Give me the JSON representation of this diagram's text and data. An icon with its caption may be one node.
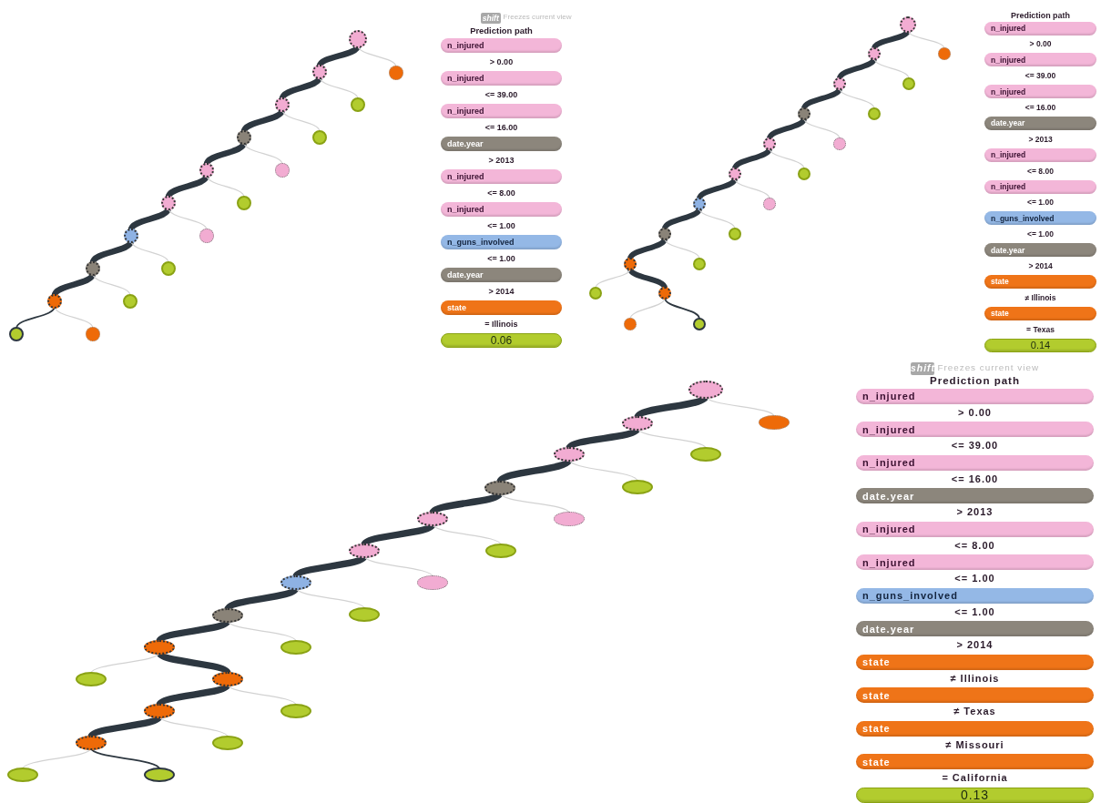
{
  "diagram": {
    "nodes": [
      {
        "text": [],
        "shape": "circle"
      },
      {
        "text": [],
        "shape": "circle"
      },
      {
        "text": [],
        "shape": "circle"
      },
      {
        "text": [],
        "shape": "circle"
      },
      {
        "text": [],
        "shape": "circle"
      },
      {
        "text": [],
        "shape": "circle"
      },
      {
        "text": [],
        "shape": "circle"
      },
      {
        "text": [],
        "shape": "circle"
      },
      {
        "text": [],
        "shape": "circle"
      },
      {
        "text": [],
        "shape": "circle"
      },
      {
        "text": [],
        "shape": "circle"
      },
      {
        "text": [],
        "shape": "circle"
      },
      {
        "text": [],
        "shape": "circle"
      },
      {
        "text": [],
        "shape": "circle"
      },
      {
        "text": [],
        "shape": "circle"
      },
      {
        "text": [],
        "shape": "circle"
      },
      {
        "text": [],
        "shape": "circle"
      },
      {
        "text": [],
        "shape": "circle"
      },
      {
        "text": [],
        "shape": "circle"
      },
      {
        "text": [
          "n_injured"
        ]
      },
      {
        "text": [
          "n_injured"
        ]
      },
      {
        "text": [
          "n_injured"
        ]
      },
      {
        "text": [
          "date.year"
        ]
      },
      {
        "text": [
          "n_injured"
        ]
      },
      {
        "text": [
          "n_injured"
        ]
      },
      {
        "text": [
          "n_guns_involved"
        ]
      },
      {
        "text": [
          "date.year"
        ]
      },
      {
        "text": [
          "state"
        ]
      },
      {
        "text": [
          "0.06"
        ]
      },
      {
        "text": [],
        "shape": "circle"
      },
      {
        "text": [],
        "shape": "circle"
      },
      {
        "text": [],
        "shape": "circle"
      },
      {
        "text": [],
        "shape": "circle"
      },
      {
        "text": [],
        "shape": "circle"
      },
      {
        "text": [],
        "shape": "circle"
      },
      {
        "text": [],
        "shape": "circle"
      },
      {
        "text": [],
        "shape": "circle"
      },
      {
        "text": [],
        "shape": "circle"
      },
      {
        "text": [],
        "shape": "circle"
      },
      {
        "text": [],
        "shape": "circle"
      },
      {
        "text": [],
        "shape": "circle"
      },
      {
        "text": [],
        "shape": "circle"
      },
      {
        "text": [],
        "shape": "circle"
      },
      {
        "text": [],
        "shape": "circle"
      },
      {
        "text": [],
        "shape": "circle"
      },
      {
        "text": [],
        "shape": "circle"
      },
      {
        "text": [],
        "shape": "circle"
      },
      {
        "text": [],
        "shape": "circle"
      },
      {
        "text": [],
        "shape": "circle"
      },
      {
        "text": [],
        "shape": "circle"
      },
      {
        "text": [
          "n_injured"
        ]
      },
      {
        "text": [
          "n_injured"
        ]
      },
      {
        "text": [
          "n_injured"
        ]
      },
      {
        "text": [
          "date.year"
        ]
      },
      {
        "text": [
          "n_injured"
        ]
      },
      {
        "text": [
          "n_injured"
        ]
      },
      {
        "text": [
          "n_guns_involved"
        ]
      },
      {
        "text": [
          "date.year"
        ]
      },
      {
        "text": [
          "state"
        ]
      },
      {
        "text": [
          "state"
        ]
      },
      {
        "text": [
          "0.14"
        ]
      },
      {
        "text": [],
        "shape": "circle"
      },
      {
        "text": [],
        "shape": "circle"
      },
      {
        "text": [],
        "shape": "circle"
      },
      {
        "text": [],
        "shape": "circle"
      },
      {
        "text": [],
        "shape": "circle"
      },
      {
        "text": [],
        "shape": "circle"
      },
      {
        "text": [],
        "shape": "circle"
      },
      {
        "text": [],
        "shape": "circle"
      },
      {
        "text": [],
        "shape": "circle"
      },
      {
        "text": [],
        "shape": "circle"
      },
      {
        "text": [],
        "shape": "circle"
      },
      {
        "text": [],
        "shape": "circle"
      },
      {
        "text": [],
        "shape": "circle"
      },
      {
        "text": [],
        "shape": "circle"
      },
      {
        "text": [],
        "shape": "circle"
      },
      {
        "text": [],
        "shape": "circle"
      },
      {
        "text": [],
        "shape": "circle"
      },
      {
        "text": [],
        "shape": "circle"
      },
      {
        "text": [],
        "shape": "circle"
      },
      {
        "text": [],
        "shape": "circle"
      },
      {
        "text": [],
        "shape": "circle"
      },
      {
        "text": [],
        "shape": "circle"
      },
      {
        "text": [],
        "shape": "circle"
      },
      {
        "text": [],
        "shape": "circle"
      },
      {
        "text": [],
        "shape": "circle"
      },
      {
        "text": [
          "n_injured"
        ]
      },
      {
        "text": [
          "n_injured"
        ]
      },
      {
        "text": [
          "n_injured"
        ]
      },
      {
        "text": [
          "date.year"
        ]
      },
      {
        "text": [
          "n_injured"
        ]
      },
      {
        "text": [
          "n_injured"
        ]
      },
      {
        "text": [
          "n_guns_involved"
        ]
      },
      {
        "text": [
          "date.year"
        ]
      },
      {
        "text": [
          "state"
        ]
      },
      {
        "text": [
          "state"
        ]
      },
      {
        "text": [
          "state"
        ]
      },
      {
        "text": [
          "state"
        ]
      },
      {
        "text": [
          "0.13"
        ]
      }
    ],
    "edges": [
      {
        "from": 0,
        "to": 2,
        "arrow": "none",
        "style": "thick",
        "color": "#2d3740"
      },
      {
        "from": 0,
        "to": 1,
        "arrow": "none",
        "color": "#d2d2d2"
      },
      {
        "from": 2,
        "to": 4,
        "arrow": "none",
        "style": "thick",
        "color": "#2d3740"
      },
      {
        "from": 2,
        "to": 3,
        "arrow": "none",
        "color": "#d2d2d2"
      },
      {
        "from": 4,
        "to": 6,
        "arrow": "none",
        "style": "thick",
        "color": "#2d3740"
      },
      {
        "from": 4,
        "to": 5,
        "arrow": "none",
        "color": "#d2d2d2"
      },
      {
        "from": 6,
        "to": 8,
        "arrow": "none",
        "style": "thick",
        "color": "#2d3740"
      },
      {
        "from": 6,
        "to": 7,
        "arrow": "none",
        "color": "#d2d2d2"
      },
      {
        "from": 8,
        "to": 10,
        "arrow": "none",
        "style": "thick",
        "color": "#2d3740"
      },
      {
        "from": 8,
        "to": 9,
        "arrow": "none",
        "color": "#d2d2d2"
      },
      {
        "from": 10,
        "to": 12,
        "arrow": "none",
        "style": "thick",
        "color": "#2d3740"
      },
      {
        "from": 10,
        "to": 11,
        "arrow": "none",
        "color": "#d2d2d2"
      },
      {
        "from": 12,
        "to": 14,
        "arrow": "none",
        "style": "thick",
        "color": "#2d3740"
      },
      {
        "from": 12,
        "to": 13,
        "arrow": "none",
        "color": "#d2d2d2"
      },
      {
        "from": 14,
        "to": 16,
        "arrow": "none",
        "style": "thick",
        "color": "#2d3740"
      },
      {
        "from": 14,
        "to": 15,
        "arrow": "none",
        "color": "#d2d2d2"
      },
      {
        "from": 16,
        "to": 17,
        "arrow": "none",
        "color": "#2d3740"
      },
      {
        "from": 16,
        "to": 18,
        "arrow": "none",
        "color": "#d2d2d2"
      },
      {
        "from": 29,
        "to": 31,
        "arrow": "none",
        "style": "thick",
        "color": "#2d3740"
      },
      {
        "from": 29,
        "to": 30,
        "arrow": "none",
        "color": "#d2d2d2"
      },
      {
        "from": 31,
        "to": 33,
        "arrow": "none",
        "style": "thick",
        "color": "#2d3740"
      },
      {
        "from": 31,
        "to": 32,
        "arrow": "none",
        "color": "#d2d2d2"
      },
      {
        "from": 33,
        "to": 35,
        "arrow": "none",
        "style": "thick",
        "color": "#2d3740"
      },
      {
        "from": 33,
        "to": 34,
        "arrow": "none",
        "color": "#d2d2d2"
      },
      {
        "from": 35,
        "to": 37,
        "arrow": "none",
        "style": "thick",
        "color": "#2d3740"
      },
      {
        "from": 35,
        "to": 36,
        "arrow": "none",
        "color": "#d2d2d2"
      },
      {
        "from": 37,
        "to": 39,
        "arrow": "none",
        "style": "thick",
        "color": "#2d3740"
      },
      {
        "from": 37,
        "to": 38,
        "arrow": "none",
        "color": "#d2d2d2"
      },
      {
        "from": 39,
        "to": 41,
        "arrow": "none",
        "style": "thick",
        "color": "#2d3740"
      },
      {
        "from": 39,
        "to": 40,
        "arrow": "none",
        "color": "#d2d2d2"
      },
      {
        "from": 41,
        "to": 43,
        "arrow": "none",
        "style": "thick",
        "color": "#2d3740"
      },
      {
        "from": 41,
        "to": 42,
        "arrow": "none",
        "color": "#d2d2d2"
      },
      {
        "from": 43,
        "to": 45,
        "arrow": "none",
        "style": "thick",
        "color": "#2d3740"
      },
      {
        "from": 43,
        "to": 44,
        "arrow": "none",
        "color": "#d2d2d2"
      },
      {
        "from": 45,
        "to": 47,
        "arrow": "none",
        "style": "thick",
        "color": "#2d3740"
      },
      {
        "from": 45,
        "to": 46,
        "arrow": "none",
        "color": "#d2d2d2"
      },
      {
        "from": 47,
        "to": 49,
        "arrow": "none",
        "color": "#2d3740"
      },
      {
        "from": 47,
        "to": 48,
        "arrow": "none",
        "color": "#d2d2d2"
      },
      {
        "from": 61,
        "to": 63,
        "arrow": "none",
        "style": "thick",
        "color": "#2d3740"
      },
      {
        "from": 61,
        "to": 62,
        "arrow": "none",
        "color": "#d2d2d2"
      },
      {
        "from": 63,
        "to": 65,
        "arrow": "none",
        "style": "thick",
        "color": "#2d3740"
      },
      {
        "from": 63,
        "to": 64,
        "arrow": "none",
        "color": "#d2d2d2"
      },
      {
        "from": 65,
        "to": 67,
        "arrow": "none",
        "style": "thick",
        "color": "#2d3740"
      },
      {
        "from": 65,
        "to": 66,
        "arrow": "none",
        "color": "#d2d2d2"
      },
      {
        "from": 67,
        "to": 69,
        "arrow": "none",
        "style": "thick",
        "color": "#2d3740"
      },
      {
        "from": 67,
        "to": 68,
        "arrow": "none",
        "color": "#d2d2d2"
      },
      {
        "from": 69,
        "to": 71,
        "arrow": "none",
        "style": "thick",
        "color": "#2d3740"
      },
      {
        "from": 69,
        "to": 70,
        "arrow": "none",
        "color": "#d2d2d2"
      },
      {
        "from": 71,
        "to": 73,
        "arrow": "none",
        "style": "thick",
        "color": "#2d3740"
      },
      {
        "from": 71,
        "to": 72,
        "arrow": "none",
        "color": "#d2d2d2"
      },
      {
        "from": 73,
        "to": 75,
        "arrow": "none",
        "style": "thick",
        "color": "#2d3740"
      },
      {
        "from": 73,
        "to": 74,
        "arrow": "none",
        "color": "#d2d2d2"
      },
      {
        "from": 75,
        "to": 77,
        "arrow": "none",
        "style": "thick",
        "color": "#2d3740"
      },
      {
        "from": 75,
        "to": 76,
        "arrow": "none",
        "color": "#d2d2d2"
      },
      {
        "from": 77,
        "to": 79,
        "arrow": "none",
        "style": "thick",
        "color": "#2d3740"
      },
      {
        "from": 77,
        "to": 78,
        "arrow": "none",
        "color": "#d2d2d2"
      },
      {
        "from": 79,
        "to": 80,
        "arrow": "none",
        "style": "thick",
        "color": "#2d3740"
      },
      {
        "from": 79,
        "to": 81,
        "arrow": "none",
        "color": "#d2d2d2"
      },
      {
        "from": 80,
        "to": 82,
        "arrow": "none",
        "style": "thick",
        "color": "#2d3740"
      },
      {
        "from": 80,
        "to": 83,
        "arrow": "none",
        "color": "#d2d2d2"
      },
      {
        "from": 82,
        "to": 85,
        "arrow": "none",
        "color": "#2d3740"
      },
      {
        "from": 82,
        "to": 84,
        "arrow": "none",
        "color": "#d2d2d2"
      }
    ],
    "labels": [
      "shift",
      "Freezes current view",
      "Prediction path",
      "> 0.00",
      "<= 39.00",
      "<= 16.00",
      "> 2013",
      "<= 8.00",
      "<= 1.00",
      "<= 1.00",
      "> 2014",
      "= Illinois",
      "Prediction path",
      "> 0.00",
      "<= 39.00",
      "<= 16.00",
      "> 2013",
      "<= 8.00",
      "<= 1.00",
      "<= 1.00",
      "> 2014",
      "≠ Illinois",
      "= Texas",
      "shift",
      "Freezes current view",
      "Prediction path",
      "> 0.00",
      "<= 39.00",
      "<= 16.00",
      "> 2013",
      "<= 8.00",
      "<= 1.00",
      "<= 1.00",
      "> 2014",
      "≠ Illinois",
      "≠ Texas",
      "≠ Missouri",
      "= California"
    ]
  }
}
